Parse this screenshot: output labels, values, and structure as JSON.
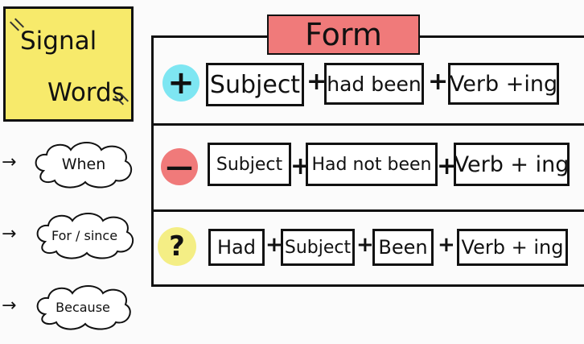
{
  "signal": {
    "line1": "Signal",
    "line2": "Words"
  },
  "form": {
    "title": "Form"
  },
  "rows": [
    {
      "symbol": "+",
      "symbol_color": "#7ee6f2",
      "boxes": [
        "Subject",
        "had been",
        "Verb +ing"
      ]
    },
    {
      "symbol": "—",
      "symbol_color": "#f07a7a",
      "boxes": [
        "Subject",
        "Had not been",
        "Verb + ing"
      ]
    },
    {
      "symbol": "?",
      "symbol_color": "#f4ee85",
      "boxes": [
        "Had",
        "Subject",
        "Been",
        "Verb + ing"
      ]
    }
  ],
  "plus_sign": "+",
  "arrow": "→",
  "clouds": [
    "When",
    "For / since",
    "Because"
  ]
}
